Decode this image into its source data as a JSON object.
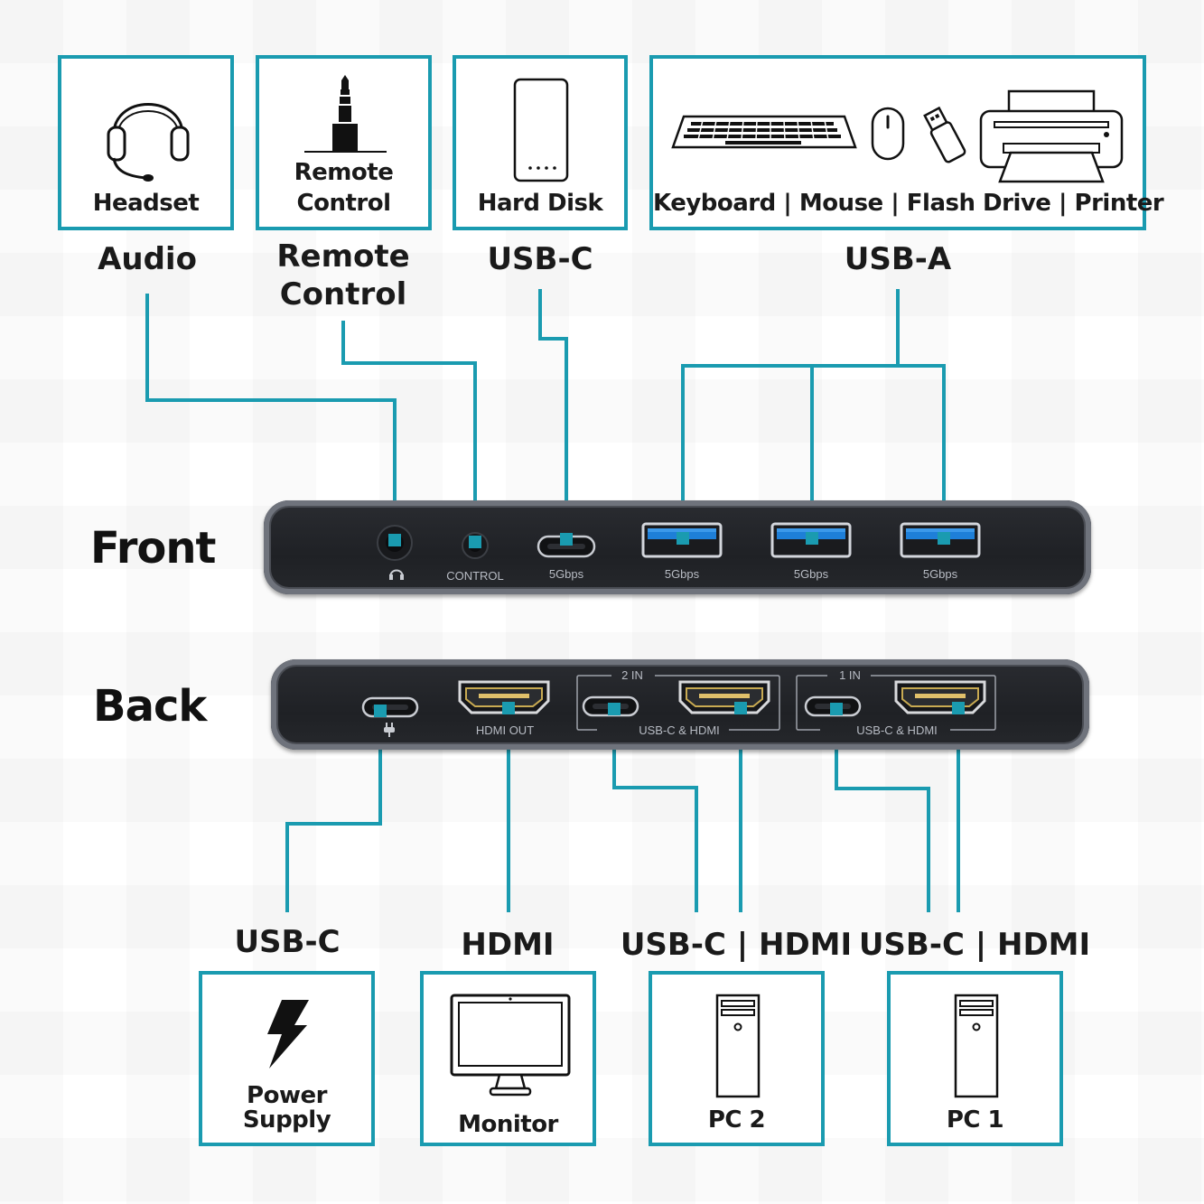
{
  "colors": {
    "accent": "#1a9bb0",
    "device": "#222428",
    "usb_blue": "#1e7fd8"
  },
  "top_boxes": [
    {
      "id": "headset",
      "icon": "headset-icon",
      "label": "Headset"
    },
    {
      "id": "remote",
      "icon": "audio-jack-icon",
      "label_lines": [
        "Remote",
        "Control"
      ]
    },
    {
      "id": "harddisk",
      "icon": "hard-disk-icon",
      "label": "Hard Disk"
    },
    {
      "id": "usba_devices",
      "icons": [
        "keyboard-icon",
        "mouse-icon",
        "flash-drive-icon",
        "printer-icon"
      ],
      "label": "Keyboard | Mouse | Flash Drive | Printer"
    }
  ],
  "top_categories": {
    "audio": "Audio",
    "remote_lines": [
      "Remote",
      "Control"
    ],
    "usbc": "USB-C",
    "usba": "USB-A"
  },
  "front": {
    "title": "Front",
    "captions": {
      "control": "CONTROL",
      "usbc": "5Gbps",
      "usba1": "5Gbps",
      "usba2": "5Gbps",
      "usba3": "5Gbps"
    },
    "headphone_symbol": "headphone-icon"
  },
  "back": {
    "title": "Back",
    "captions": {
      "hdmi_out": "HDMI OUT",
      "group2_title": "2 IN",
      "group2_sub": "USB-C & HDMI",
      "group1_title": "1 IN",
      "group1_sub": "USB-C & HDMI"
    },
    "power_symbol": "power-plug-icon"
  },
  "bottom_categories": {
    "power": "USB-C",
    "monitor": "HDMI",
    "pc2": "USB-C | HDMI",
    "pc1": "USB-C | HDMI"
  },
  "bottom_boxes": [
    {
      "id": "power",
      "icon": "lightning-bolt-icon",
      "label_lines": [
        "Power",
        "Supply"
      ]
    },
    {
      "id": "monitor",
      "icon": "monitor-icon",
      "label": "Monitor"
    },
    {
      "id": "pc2",
      "icon": "pc-tower-icon",
      "label": "PC 2"
    },
    {
      "id": "pc1",
      "icon": "pc-tower-icon",
      "label": "PC 1"
    }
  ]
}
